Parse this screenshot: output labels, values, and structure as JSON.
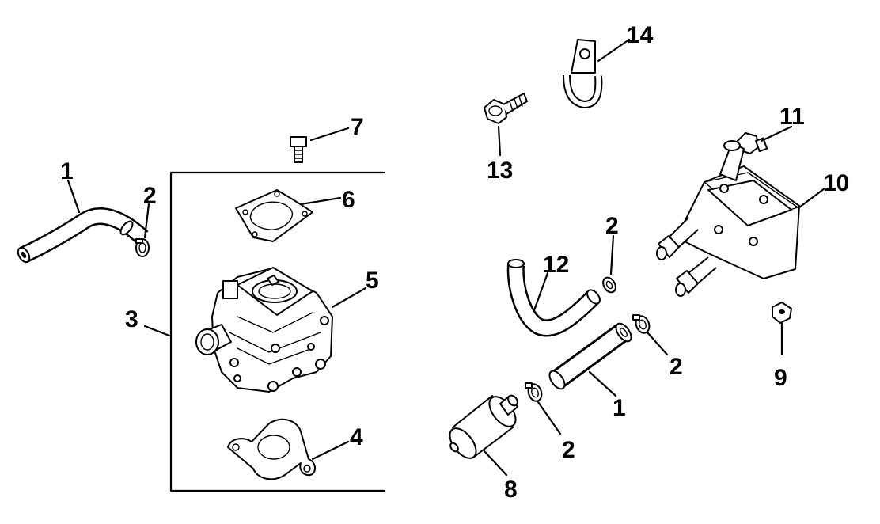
{
  "callouts": {
    "c1_hose_left": "1",
    "c2_clamp_left": "2",
    "c3_carb_kit": "3",
    "c4_carb_gasket_lower": "4",
    "c5_carburetor": "5",
    "c6_carb_gasket_upper": "6",
    "c7_carb_screw": "7",
    "c8_fuel_filter": "8",
    "c9_nut": "9",
    "c10_fuel_pump": "10",
    "c11_pump_screw": "11",
    "c12_hose_curved": "12",
    "c13_bolt": "13",
    "c14_clip": "14",
    "c2_clamp_upper": "2",
    "c2_clamp_right": "2",
    "c2_clamp_lower": "2",
    "c1_hose_straight": "1"
  }
}
